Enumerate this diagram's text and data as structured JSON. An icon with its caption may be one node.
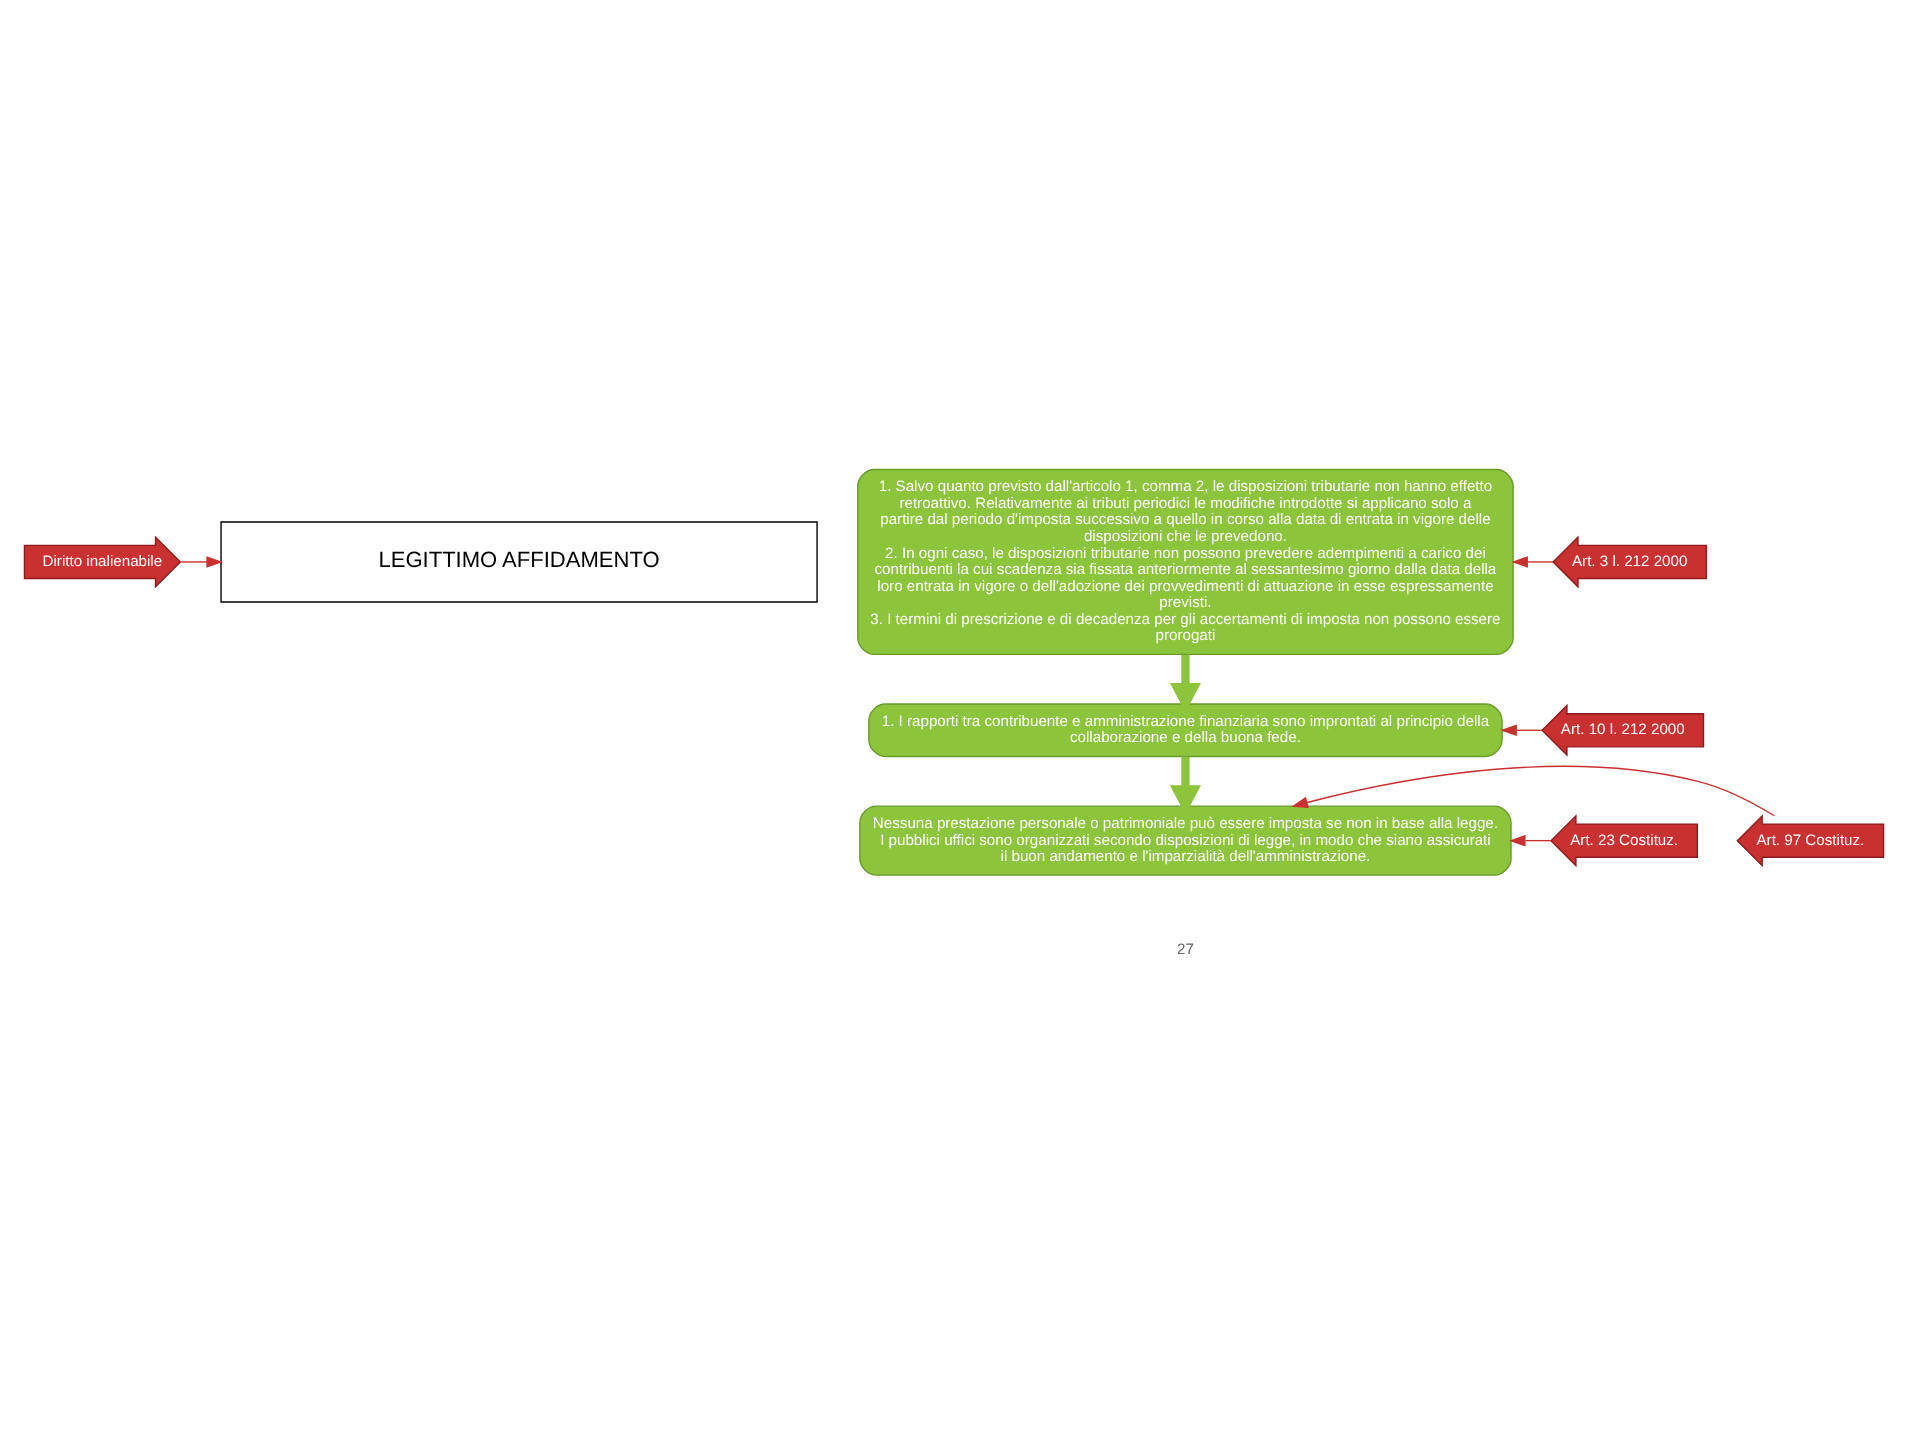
{
  "diagram": {
    "nodes": [
      {
        "text": [
          "Diritto inalienabile"
        ]
      },
      {
        "text": [
          "LEGITTIMO AFFIDAMENTO"
        ]
      },
      {
        "text": [
          "1. Salvo quanto previsto dall'articolo 1, comma 2, le disposizioni tributarie non hanno effetto retroattivo. Relativamente ai tributi periodici le modifiche introdotte si applicano solo a partire dal periodo d'imposta successivo a quello in corso alla data di entrata in vigore delle disposizioni che le prevedono.",
          "2. In ogni caso, le disposizioni tributarie non possono prevedere adempimenti a carico dei contribuenti la cui scadenza sia fissata anteriormente al sessantesimo giorno dalla data della loro entrata in vigore o dell'adozione dei provvedimenti di attuazione in esse espressamente previsti.",
          "3. I termini di prescrizione e di decadenza per gli accertamenti di imposta non possono essere prorogati"
        ]
      },
      {
        "text": [
          "1. I rapporti tra contribuente e amministrazione finanziaria sono improntati al principio della collaborazione e della buona fede."
        ]
      },
      {
        "text": [
          "Nessuna prestazione personale o patrimoniale può essere imposta se non in base alla legge.",
          "I pubblici uffici sono organizzati secondo disposizioni di legge, in modo che siano assicurati il buon andamento e l'imparzialità dell'amministrazione."
        ]
      },
      {
        "text": [
          "Art. 3 l. 212 2000"
        ]
      },
      {
        "text": [
          "Art. 10 l. 212 2000"
        ]
      },
      {
        "text": [
          "Art. 23 Costituz."
        ]
      },
      {
        "text": [
          "Art. 97 Costituz."
        ]
      }
    ],
    "edges": [
      {
        "from": 0,
        "to": 1,
        "arrow": "to"
      },
      {
        "from": 2,
        "to": 3,
        "arrow": "to",
        "style": "thick",
        "color": "#8cc43c"
      },
      {
        "from": 3,
        "to": 4,
        "arrow": "to",
        "style": "thick",
        "color": "#8cc43c"
      },
      {
        "from": 5,
        "to": 2,
        "arrow": "to"
      },
      {
        "from": 6,
        "to": 3,
        "arrow": "to"
      },
      {
        "from": 7,
        "to": 4,
        "arrow": "to"
      },
      {
        "from": 8,
        "to": 4,
        "arrow": "to"
      }
    ],
    "labels": [
      "27"
    ]
  }
}
